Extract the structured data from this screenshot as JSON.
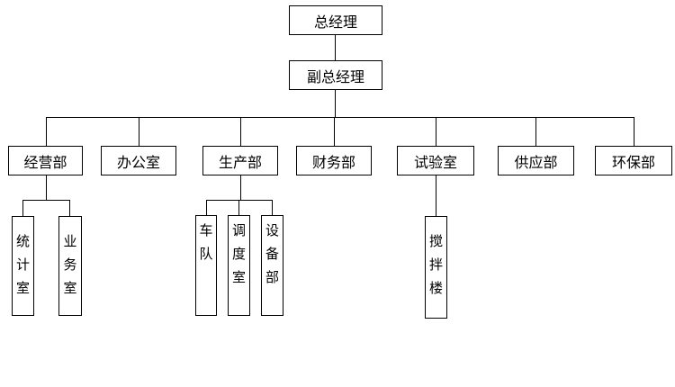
{
  "chart": {
    "top": "总经理",
    "deputy": "副总经理",
    "departments": [
      {
        "name": "经营部",
        "sub": [
          "统计室",
          "业务室"
        ]
      },
      {
        "name": "办公室",
        "sub": []
      },
      {
        "name": "生产部",
        "sub": [
          "车队",
          "调度室",
          "设备部"
        ]
      },
      {
        "name": "财务部",
        "sub": []
      },
      {
        "name": "试验室",
        "sub": [
          "搅拌楼"
        ]
      },
      {
        "name": "供应部",
        "sub": []
      },
      {
        "name": "环保部",
        "sub": []
      }
    ]
  }
}
